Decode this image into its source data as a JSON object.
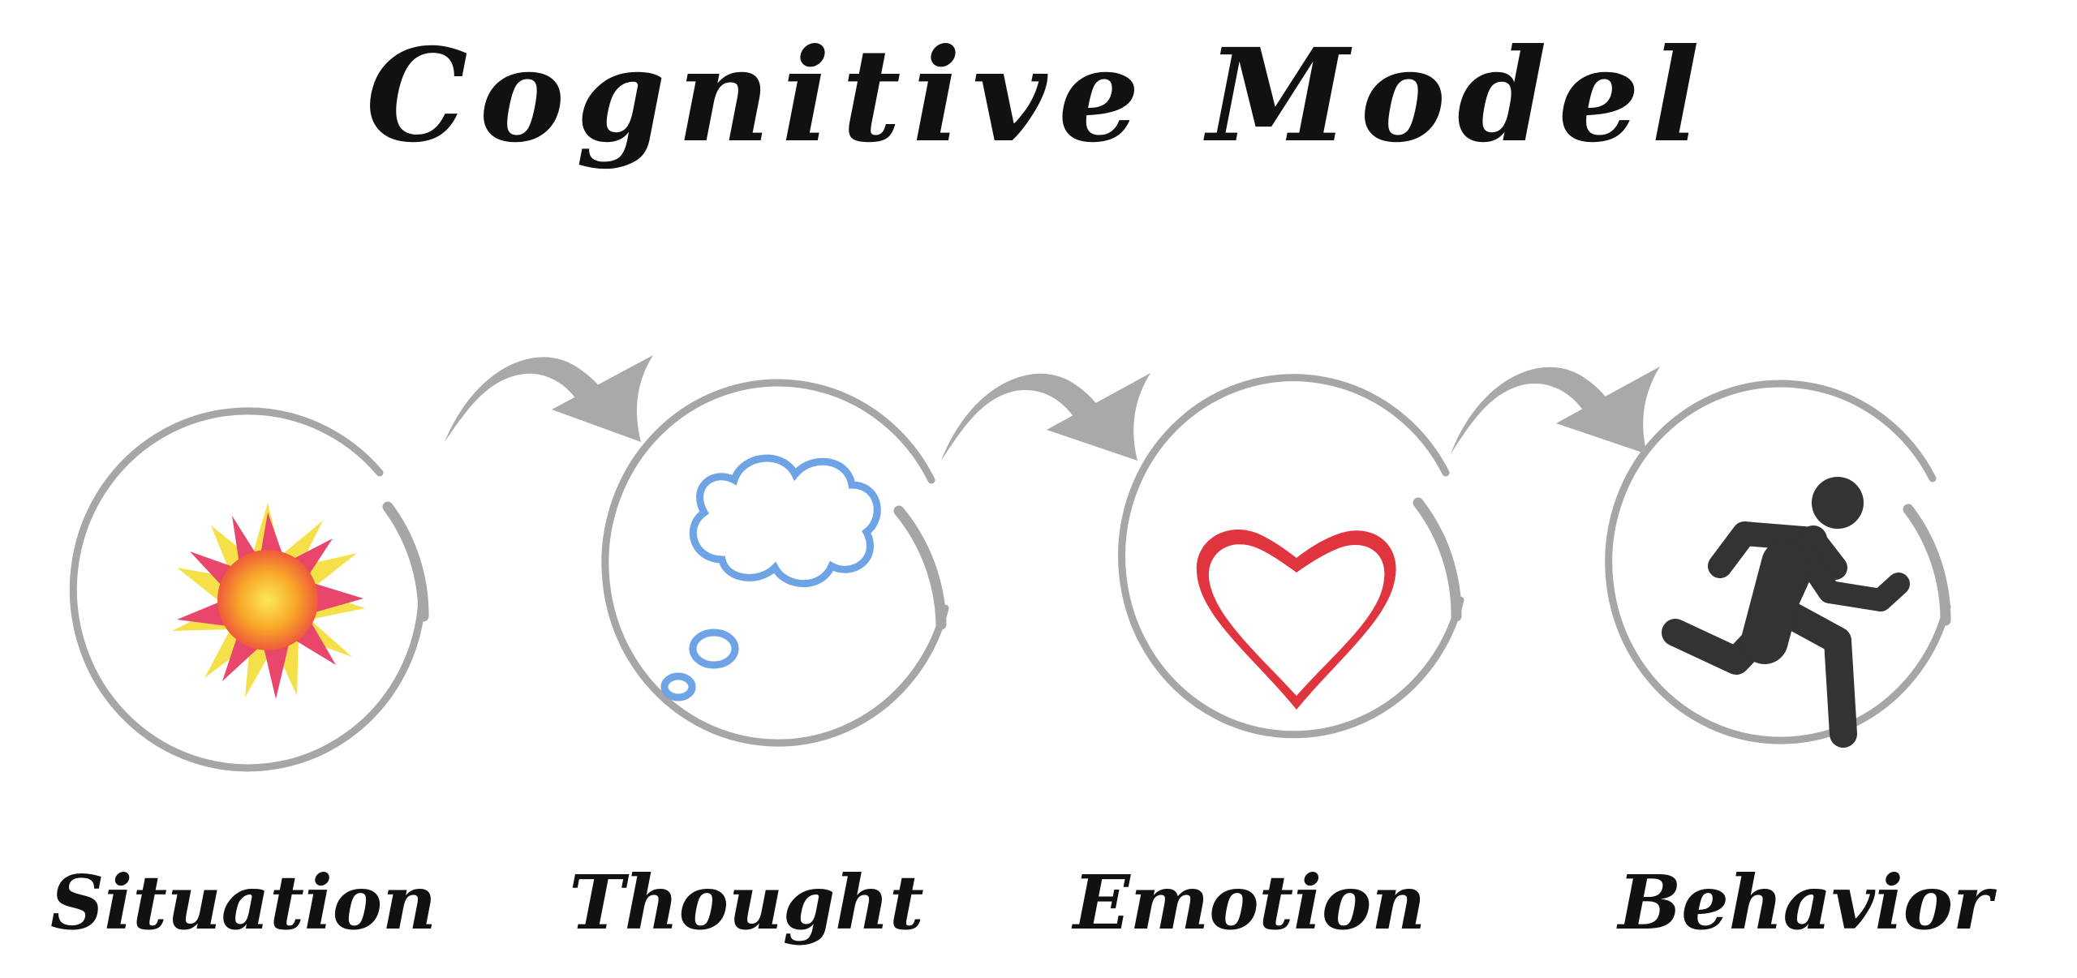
{
  "title": "Cognitive Model",
  "steps": [
    {
      "label": "Situation",
      "icon": "starburst-icon"
    },
    {
      "label": "Thought",
      "icon": "thought-cloud-icon"
    },
    {
      "label": "Emotion",
      "icon": "heart-icon"
    },
    {
      "label": "Behavior",
      "icon": "running-person-icon"
    }
  ],
  "colors": {
    "ring": "#a6a6a6",
    "arrow": "#a9a9a9",
    "cloud": "#6ea4e6",
    "heart": "#e0343f",
    "runner": "#333333",
    "burst_outer": "#e8466a",
    "burst_mid": "#f5e04a",
    "burst_core": "#f7a21b"
  }
}
